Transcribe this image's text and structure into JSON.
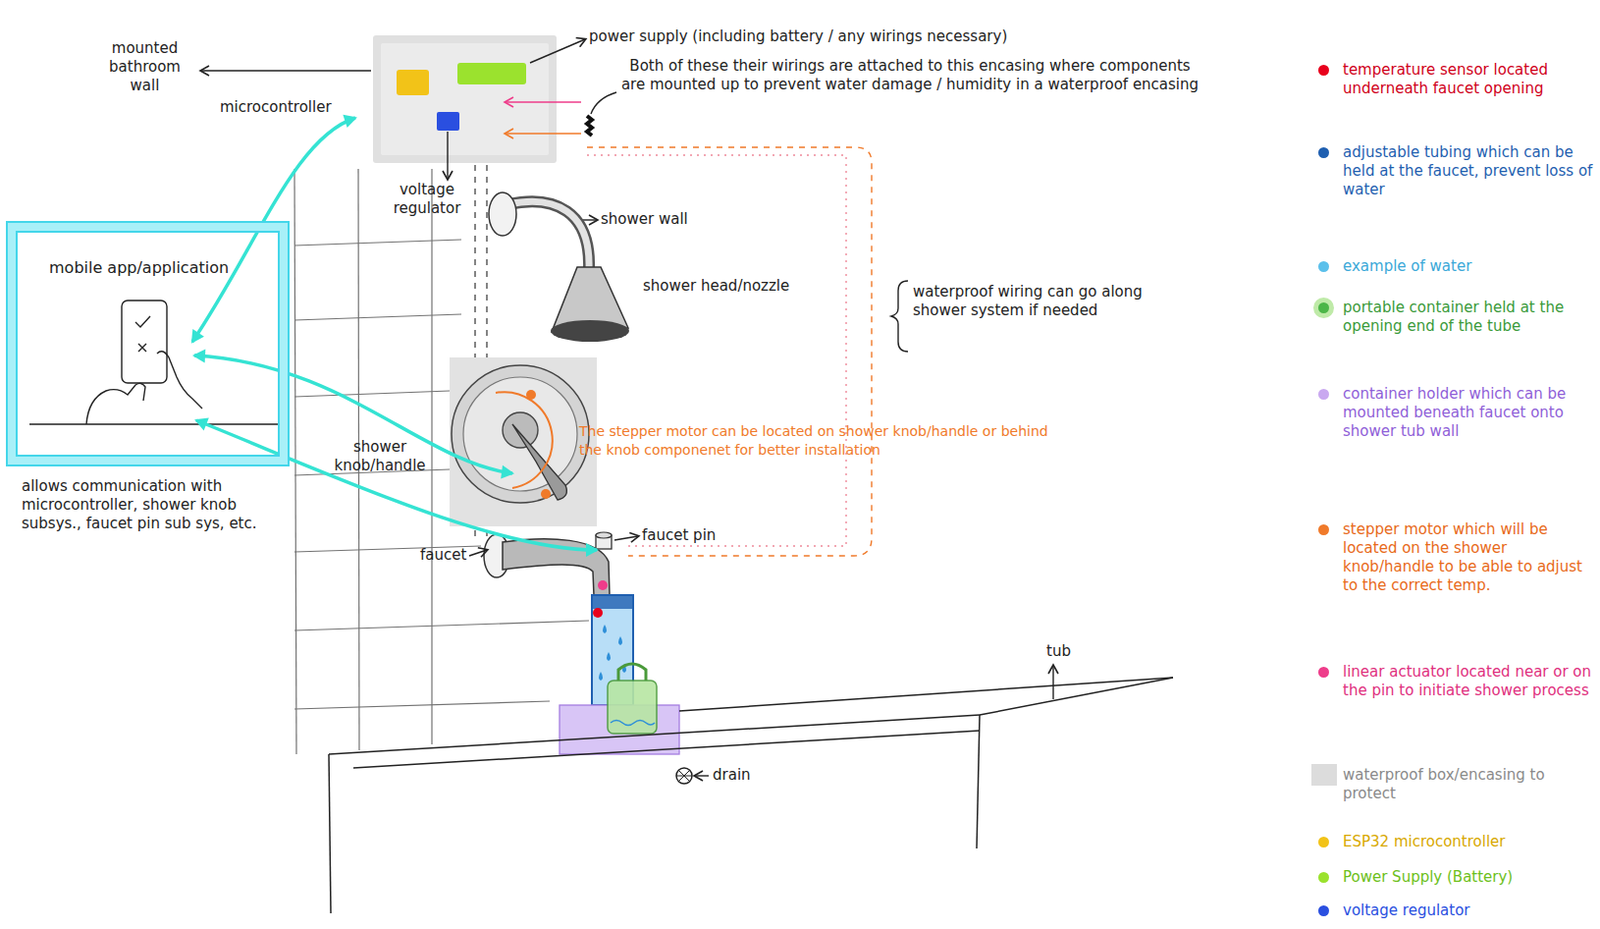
{
  "diagram": {
    "nodes": [
      {
        "text": [
          "mobile app/application"
        ]
      }
    ],
    "labels": [
      "mounted bathroom wall",
      "power supply (including battery / any wirings necessary)",
      "microcontroller",
      "Both of these their wirings are attached to this encasing where components are mounted up to prevent water damage / humidity in a waterproof encasing",
      "voltage regulator",
      "shower wall",
      "shower head/nozzle",
      "waterproof wiring can go along shower system if needed",
      "allows communication with microcontroller, shower knob subsys., faucet pin sub sys, etc.",
      "shower knob/handle",
      "The stepper motor can be located on shower knob/handle or behind the knob componenet for better installation",
      "faucet pin",
      "faucet",
      "tub",
      "drain"
    ],
    "legend": [
      {
        "text": "temperature sensor located underneath faucet opening",
        "color": "#e8001c"
      },
      {
        "text": "adjustable tubing which can be held at the faucet, prevent loss of water",
        "color": "#1f5fb0"
      },
      {
        "text": "example of water",
        "color": "#5bc0eb"
      },
      {
        "text": "portable container held at the opening end of the tube",
        "color": "#4cb648"
      },
      {
        "text": "container holder which can be mounted beneath faucet onto shower tub wall",
        "color": "#c9a8f0"
      },
      {
        "text": "stepper motor which will be located on the shower knob/handle to be able to adjust to the correct temp.",
        "color": "#f07a2a"
      },
      {
        "text": "linear actuator located near or on the pin to initiate shower process",
        "color": "#ee3c8a"
      },
      {
        "text": "waterproof box/encasing to protect",
        "color": "#dcdcdc"
      },
      {
        "text": "ESP32 microcontroller",
        "color": "#f2c318"
      },
      {
        "text": "Power Supply (Battery)",
        "color": "#9be22e"
      },
      {
        "text": "voltage regulator",
        "color": "#2a4fe0"
      }
    ]
  }
}
